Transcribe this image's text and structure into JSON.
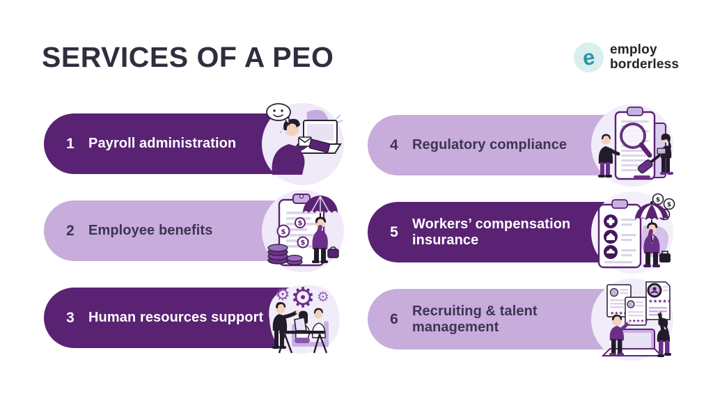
{
  "header": {
    "title": "SERVICES OF A PEO",
    "logo": {
      "mark": "e",
      "line1": "employ",
      "line2": "borderless"
    }
  },
  "items": [
    {
      "number": "1",
      "label": "Payroll administration",
      "variant": "dark",
      "illustration": "payroll-administration-illustration"
    },
    {
      "number": "2",
      "label": "Employee benefits",
      "variant": "light",
      "illustration": "employee-benefits-illustration"
    },
    {
      "number": "3",
      "label": "Human resources support",
      "variant": "dark",
      "illustration": "human-resources-illustration"
    },
    {
      "number": "4",
      "label": "Regulatory compliance",
      "variant": "light",
      "illustration": "regulatory-compliance-illustration"
    },
    {
      "number": "5",
      "label": "Workers’ compensation insurance",
      "variant": "dark",
      "illustration": "workers-compensation-illustration"
    },
    {
      "number": "6",
      "label": "Recruiting & talent management",
      "variant": "light",
      "illustration": "recruiting-talent-illustration"
    }
  ],
  "decor": {
    "coin_symbol": "$",
    "gear_glyph": "⚙",
    "stars": "★★★★★"
  },
  "colors": {
    "background": "#ffffff",
    "dark_pill": "#5a2273",
    "light_pill": "#c8acdc",
    "title_text": "#312d3f",
    "dark_pill_text": "#ffffff",
    "light_pill_text": "#3c3550",
    "logo_teal": "#2e93a9",
    "logo_circle_bg": "#d8efed",
    "logo_text": "#232228",
    "illustration_accent": "#6b2f8a",
    "illustration_lavender": "#c9b0e2"
  }
}
